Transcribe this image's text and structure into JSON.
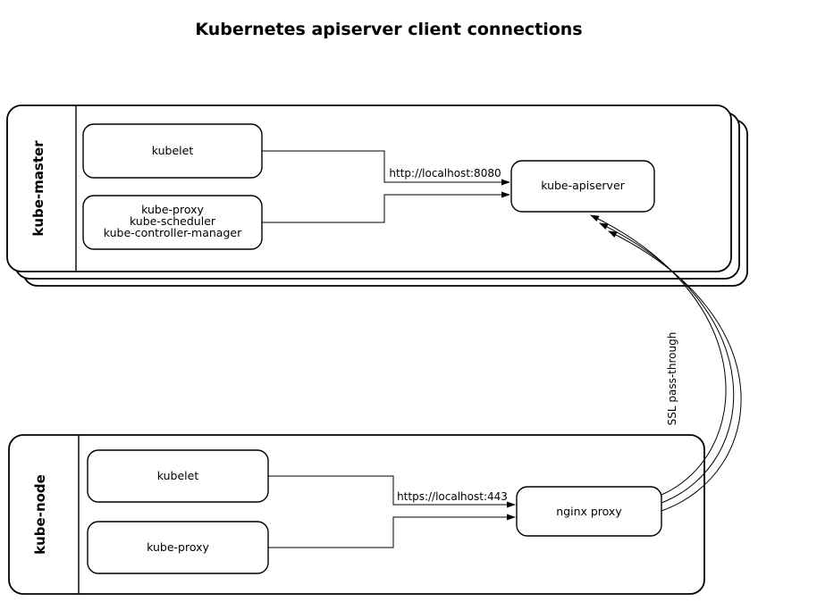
{
  "title": "Kubernetes apiserver client connections",
  "clusters": {
    "master": {
      "label": "kube-master",
      "kubelet": "kubelet",
      "services": [
        "kube-proxy",
        "kube-scheduler",
        "kube-controller-manager"
      ],
      "apiserver": "kube-apiserver",
      "edge_label": "http://localhost:8080"
    },
    "node": {
      "label": "kube-node",
      "kubelet": "kubelet",
      "kube_proxy": "kube-proxy",
      "nginx_proxy": "nginx proxy",
      "edge_label": "https://localhost:443"
    }
  },
  "ssl_edge_label": "SSL pass-through",
  "colors": {
    "line": "#000000",
    "background": "#ffffff"
  }
}
